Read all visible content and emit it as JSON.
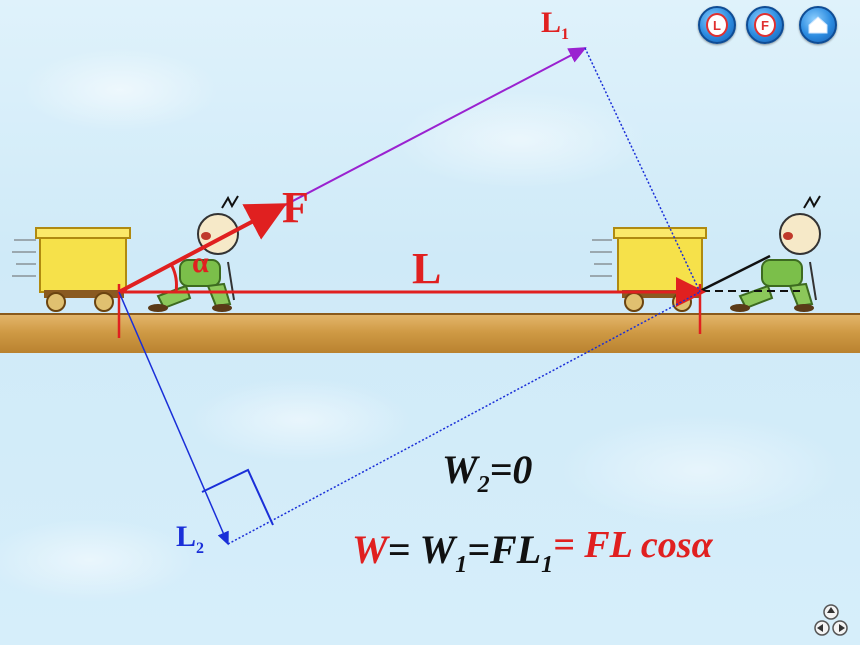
{
  "labels": {
    "L1": "L",
    "L1_sub": "1",
    "L2": "L",
    "L2_sub": "2",
    "F": "F",
    "alpha": "α",
    "L": "L"
  },
  "formulas": {
    "w2": {
      "W": "W",
      "sub": "2",
      "rest": "=0"
    },
    "w": {
      "W_red": "W",
      "eq1": "= W",
      "sub1": "1",
      "eq2": "=FL",
      "sub2": "1",
      "eq3": "= FL cos",
      "alpha": "α"
    }
  },
  "nav": {
    "btn1": "L",
    "btn2": "F",
    "btn3": ""
  },
  "colors": {
    "force": "#e02020",
    "L1": "#9a22d0",
    "L2": "#1a2fd8",
    "displacement": "#e02020",
    "formula_black": "#111111",
    "formula_red": "#e02020"
  },
  "icons": {
    "home": "home-icon",
    "pager": "nav-arrows-icon"
  }
}
